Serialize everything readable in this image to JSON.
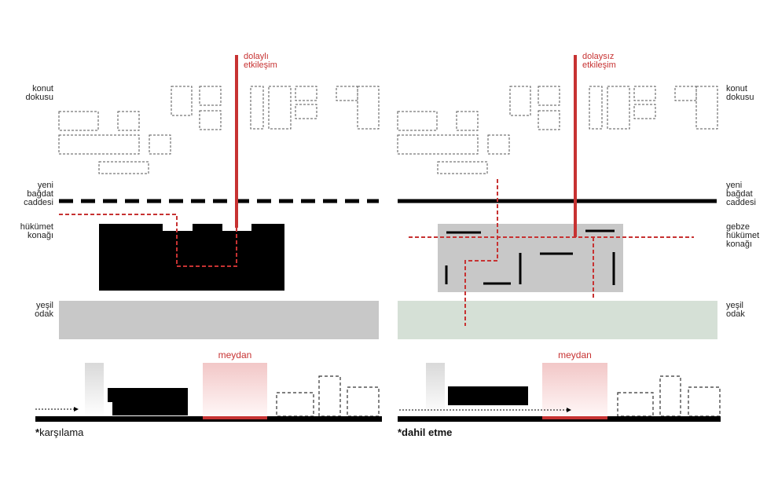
{
  "left": {
    "influence_label": [
      "dolaylı",
      "etkileşim"
    ],
    "konut_label": [
      "konut",
      "dokusu"
    ],
    "cadde_label": [
      "yeni",
      "bağdat",
      "caddesi"
    ],
    "konak_label": [
      "hükümet",
      "konağı"
    ],
    "yesil_label": [
      "yeşil",
      "odak"
    ],
    "meydan_label": "meydan",
    "caption_mark": "*",
    "caption_text": "karşılama"
  },
  "right": {
    "influence_label": [
      "dolaysız",
      "etkileşim"
    ],
    "konut_label": [
      "konut",
      "dokusu"
    ],
    "cadde_label": [
      "yeni",
      "bağdat",
      "caddesi"
    ],
    "konak_label": [
      "gebze",
      "hükümet",
      "konağı"
    ],
    "yesil_label": [
      "yeşil",
      "odak"
    ],
    "meydan_label": "meydan",
    "caption_text": "*dahil etme"
  },
  "colors": {
    "accent_red": "#c73232",
    "building_black": "#000000",
    "konak_gray": "#c8c8c8",
    "green_left": "#c8c8c8",
    "green_right": "#d5e0d6",
    "dash_gray": "#555555"
  }
}
